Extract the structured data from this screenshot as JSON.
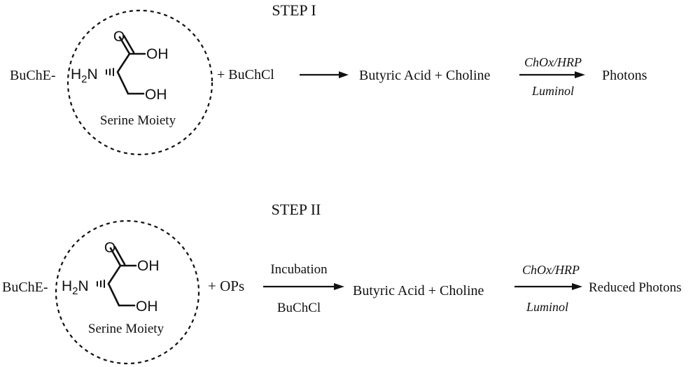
{
  "step1": {
    "title": "STEP I",
    "enzyme": "BuChE-",
    "amine": "H2N",
    "acid_o": "O",
    "acid_oh": "OH",
    "side_oh": "OH",
    "moiety_label": "Serine Moiety",
    "plus_reagent": "+ BuChCl",
    "products": "Butyric Acid + Choline",
    "arrow2_top": "ChOx/HRP",
    "arrow2_bottom": "Luminol",
    "result": "Photons"
  },
  "step2": {
    "title": "STEP II",
    "enzyme": "BuChE-",
    "amine": "H2N",
    "acid_o": "O",
    "acid_oh": "OH",
    "side_oh": "OH",
    "moiety_label": "Serine Moiety",
    "plus_reagent": "+ OPs",
    "arrow1_top": "Incubation",
    "arrow1_bottom": "BuChCl",
    "products": "Butyric Acid + Choline",
    "arrow2_top": "ChOx/HRP",
    "arrow2_bottom": "Luminol",
    "result": "Reduced Photons"
  }
}
